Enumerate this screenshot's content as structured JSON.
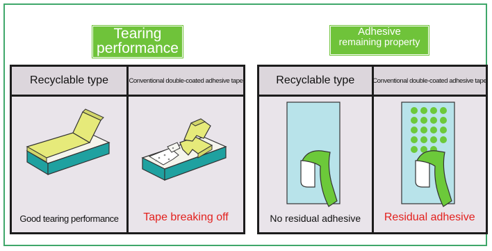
{
  "left_section": {
    "title_line1": "Tearing",
    "title_line2": "performance",
    "columns": [
      {
        "header": "Recyclable type",
        "caption": "Good tearing performance"
      },
      {
        "header": "Conventional double-coated adhesive tape",
        "caption": "Tape breaking off"
      }
    ]
  },
  "right_section": {
    "title_line1": "Adhesive",
    "title_line2": "remaining property",
    "columns": [
      {
        "header": "Recyclable type",
        "caption": "No residual adhesive"
      },
      {
        "header": "Conventional double-coated adhesive tape",
        "caption": "Residual adhesive"
      }
    ]
  },
  "colors": {
    "frame": "#3fa76a",
    "title_badge": "#6fc33a",
    "panel_header": "#dcd6dc",
    "panel_body": "#e9e4ea",
    "warning_text": "#e3211e",
    "tape_yellow": "#e6ea7a",
    "base_teal": "#1fa1a0",
    "sheet_blue": "#b8e3ea",
    "strip_green": "#6cc93a"
  }
}
